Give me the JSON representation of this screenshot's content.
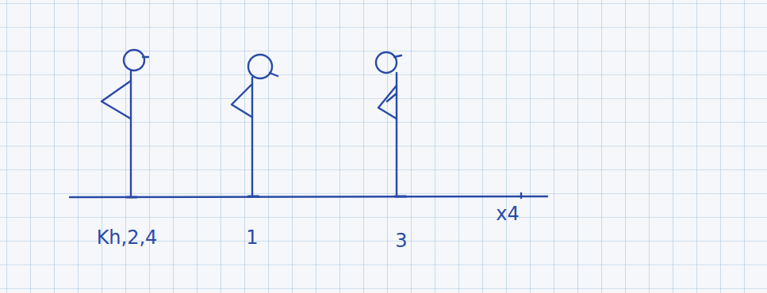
{
  "diagram": {
    "labels": [
      "Kh,2,4",
      "1",
      "3",
      "x4"
    ]
  }
}
